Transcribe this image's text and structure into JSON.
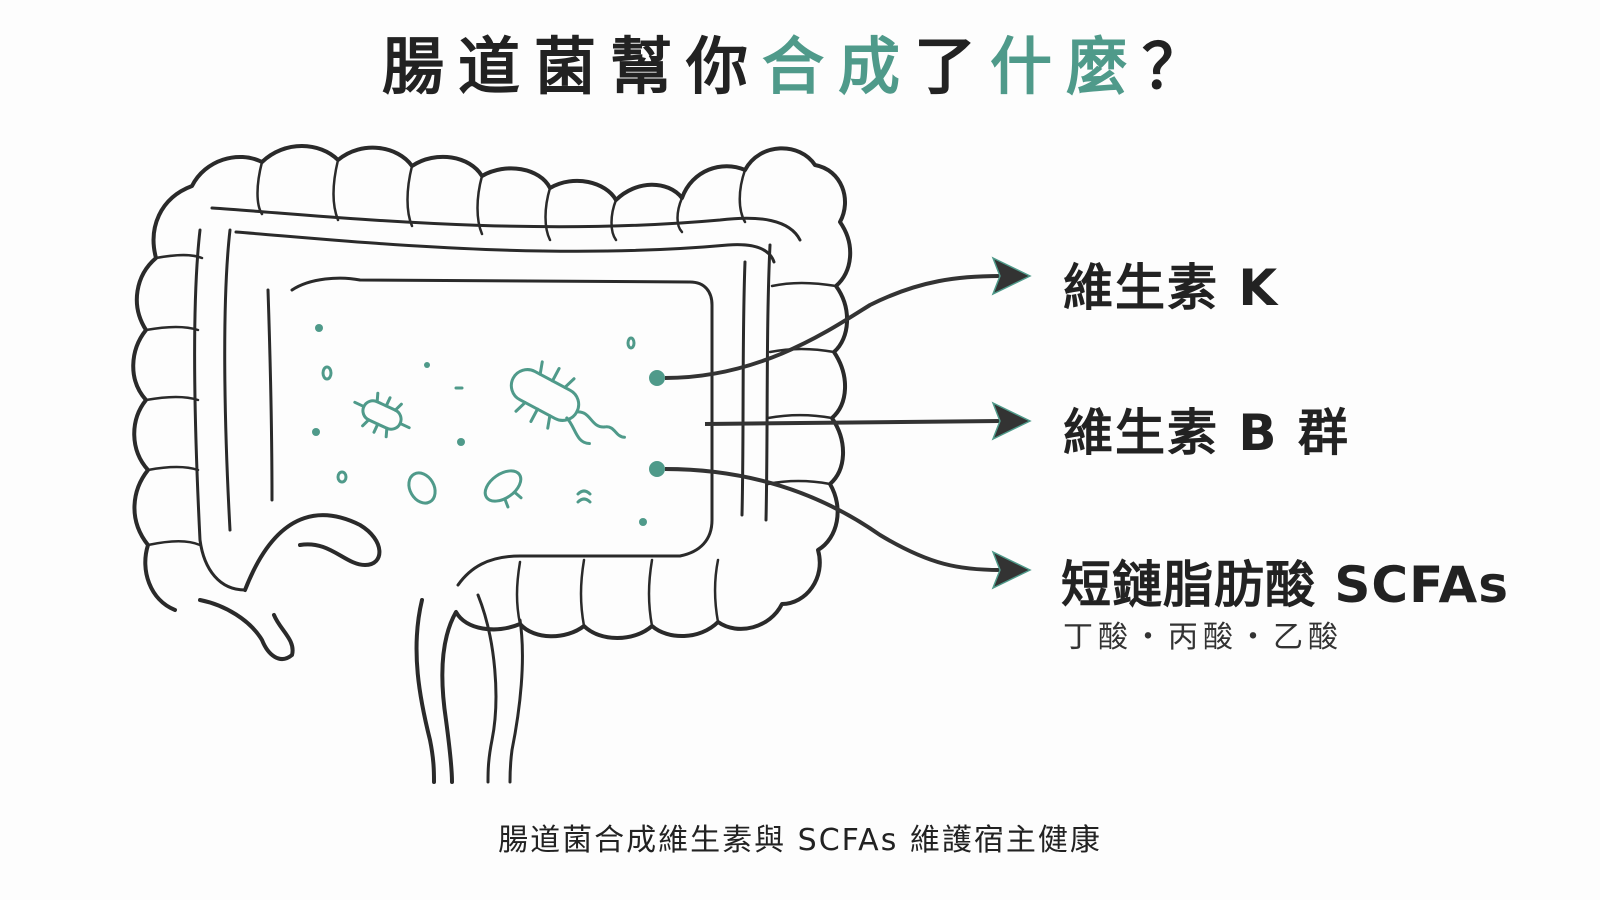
{
  "title": {
    "part1": "腸道菌幫你",
    "part2": "合成",
    "part3": "了",
    "part4": "什麼",
    "part5": "？"
  },
  "outputs": [
    {
      "label": "維生素 K"
    },
    {
      "label": "維生素 B 群"
    },
    {
      "label": "短鏈脂肪酸 SCFAs",
      "sub": "丁酸・丙酸・乙酸"
    }
  ],
  "caption": "腸道菌合成維生素與 SCFAs 維護宿主健康",
  "colors": {
    "accent": "#4f9a8a",
    "ink": "#222222",
    "arrow": "#333333",
    "background": "#fdfdfd"
  },
  "icons": {
    "intestine": "large-intestine-outline",
    "bacteria": "bacteria-icon",
    "arrow": "arrow-right-icon"
  }
}
